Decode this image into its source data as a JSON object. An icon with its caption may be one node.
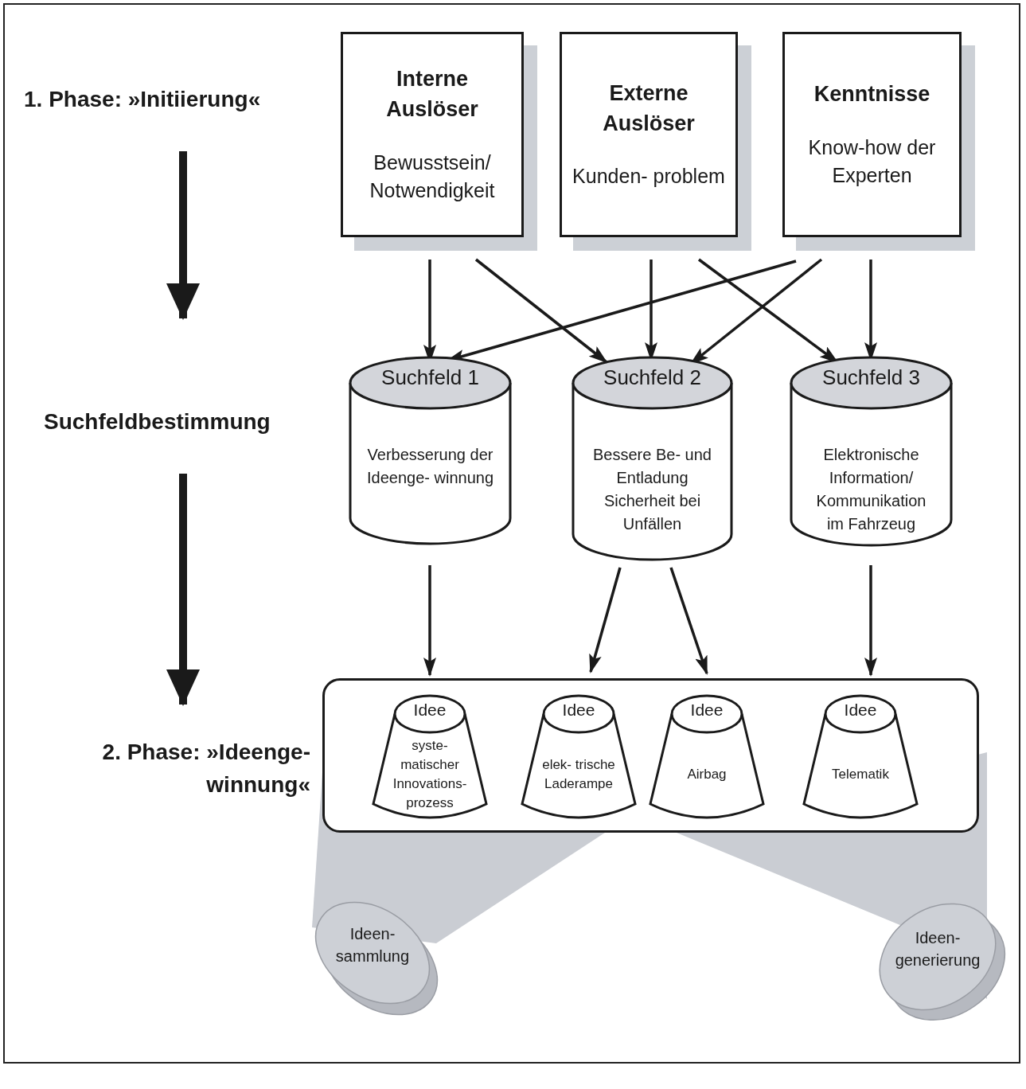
{
  "diagram": {
    "nodes": [
      {
        "text": [
          "Interne Auslöser",
          "Bewusstsein/ Notwendigkeit"
        ]
      },
      {
        "text": [
          "Externe Auslöser",
          "Kunden- problem"
        ]
      },
      {
        "text": [
          "Kenntnisse",
          "Know-how der Experten"
        ]
      },
      {
        "text": [
          "Suchfeld 1",
          "Verbesserung der Ideenge- winnung"
        ]
      },
      {
        "text": [
          "Suchfeld 2",
          "Bessere Be- und Entladung Sicherheit bei Unfällen"
        ]
      },
      {
        "text": [
          "Suchfeld 3",
          "Elektronische Information/ Kommunikation im Fahrzeug"
        ]
      },
      {
        "text": [],
        "shape": "box"
      },
      {
        "text": [
          "Idee",
          "syste- matischer Innovations- prozess"
        ],
        "in": 6
      },
      {
        "text": [
          "Idee",
          "elek- trische Laderampe"
        ],
        "in": 6
      },
      {
        "text": [
          "Idee",
          "Airbag"
        ],
        "in": 6
      },
      {
        "text": [
          "Idee",
          "Telematik"
        ],
        "in": 6
      },
      {
        "text": [
          "Ideen- sammlung"
        ]
      },
      {
        "text": [
          "Ideen- generierung"
        ]
      },
      {
        "text": [
          "1. Phase: »Initiierung«"
        ]
      },
      {
        "text": [
          "Suchfeldbestimmung"
        ]
      },
      {
        "text": [
          "2. Phase: »Ideenge- winnung«"
        ]
      }
    ],
    "edges": [
      {
        "from": 0,
        "to": 3,
        "arrow": "to"
      },
      {
        "from": 0,
        "to": 4,
        "arrow": "to"
      },
      {
        "from": 1,
        "to": 4,
        "arrow": "to"
      },
      {
        "from": 1,
        "to": 5,
        "arrow": "to"
      },
      {
        "from": 2,
        "to": 3,
        "arrow": "to"
      },
      {
        "from": 2,
        "to": 4,
        "arrow": "to"
      },
      {
        "from": 2,
        "to": 5,
        "arrow": "to"
      },
      {
        "from": 3,
        "to": 6,
        "arrow": "to"
      },
      {
        "from": 4,
        "to": 6,
        "arrow": "to"
      },
      {
        "from": 4,
        "to": 6,
        "arrow": "to"
      },
      {
        "from": 5,
        "to": 6,
        "arrow": "to"
      },
      {
        "from": 13,
        "to": 14,
        "arrow": "to",
        "style": "thick"
      },
      {
        "from": 14,
        "to": 15,
        "arrow": "to",
        "style": "thick"
      }
    ]
  }
}
